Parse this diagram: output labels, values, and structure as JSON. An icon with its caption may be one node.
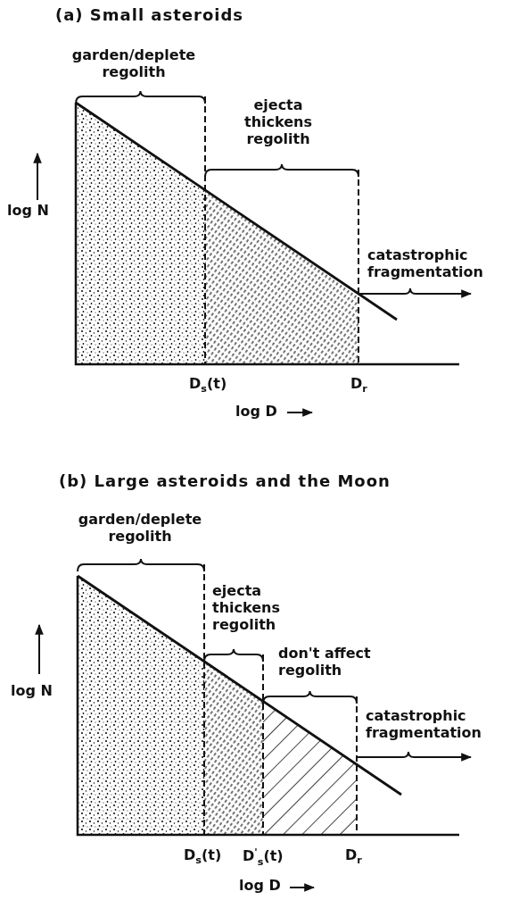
{
  "diagram": {
    "labels": [
      "(a) Small asteroids",
      "garden/deplete regolith",
      "ejecta thickens regolith",
      "log N",
      "catastrophic fragmentation",
      "D$_{s}$(t)",
      "D$_{r}$",
      "log D",
      "(b) Large asteroids and the Moon",
      "garden/deplete regolith",
      "ejecta thickens regolith",
      "don't affect regolith",
      "log N",
      "catastrophic fragmentation",
      "D$_{s}$(t)",
      "D$^{'}$$_{s}$(t)",
      "D$_{r}$",
      "log D"
    ]
  }
}
